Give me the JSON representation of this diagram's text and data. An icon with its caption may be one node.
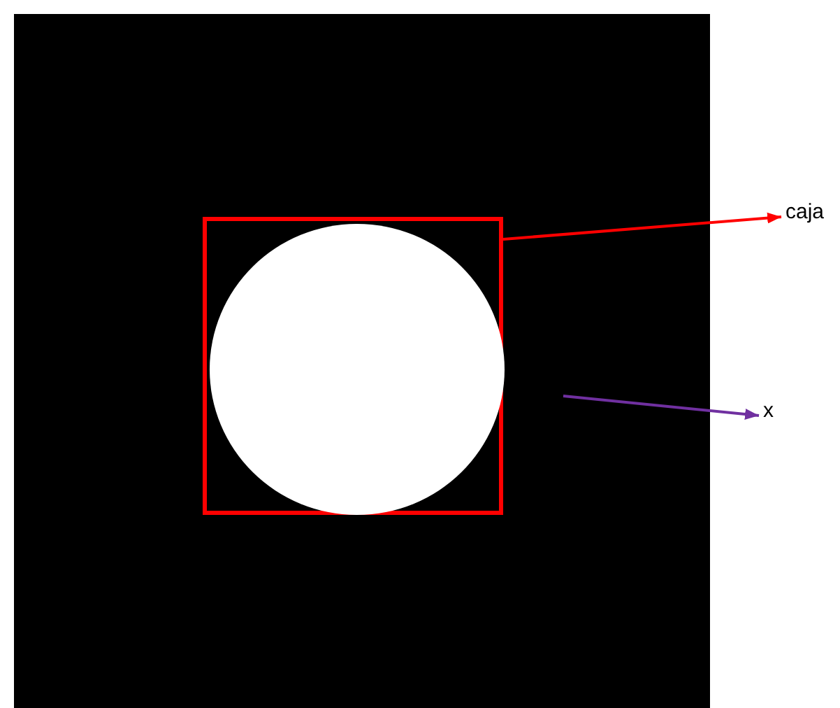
{
  "diagram": {
    "nodes": [
      {
        "text": [],
        "shape": "box"
      },
      {
        "text": [],
        "shape": "box",
        "in": 0
      },
      {
        "text": [],
        "shape": "circle",
        "in": 1
      },
      {
        "text": [
          "caja"
        ]
      },
      {
        "text": [
          "x"
        ]
      }
    ],
    "edges": [
      {
        "from": 1,
        "to": 3,
        "arrow": "to",
        "color": "#ff0000"
      },
      {
        "from": null,
        "to": 4,
        "arrow": "to",
        "color": "#7030a0"
      }
    ]
  }
}
